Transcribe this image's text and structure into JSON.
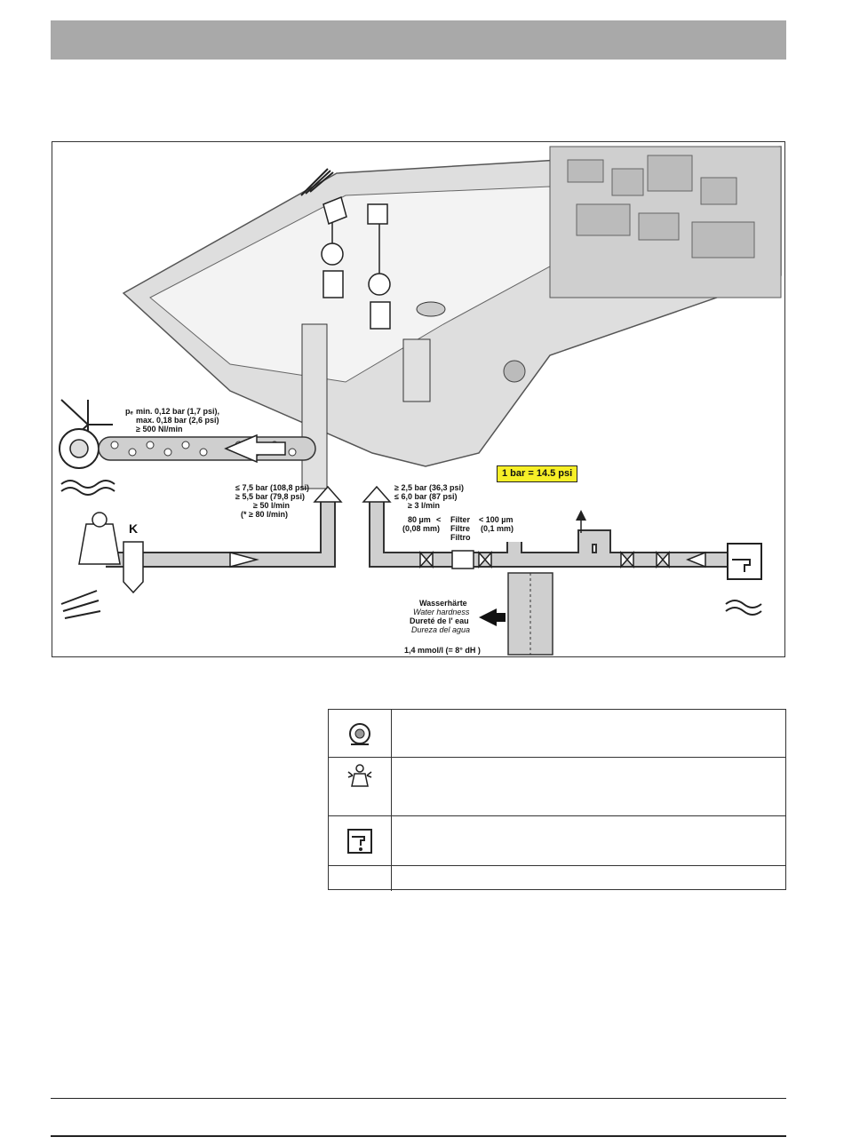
{
  "figure": {
    "supply_air": {
      "pressure_symbol": "pₑ",
      "min": "min. 0,12 bar (1,7 psi),",
      "max": "max. 0,18 bar (2,6 psi)",
      "flow": "≥ 500 Nl/min"
    },
    "fresh_water_left": {
      "max": "≤ 7,5 bar (108,8 psi)",
      "min": "≥ 5,5 bar (79,8 psi)",
      "flow": "≥ 50 l/min",
      "flow_alt": "(* ≥ 80 l/min)"
    },
    "fresh_water_right": {
      "min": "≥ 2,5 bar (36,3 psi)",
      "max": "≤ 6,0 bar (87 psi)",
      "flow": "≥ 3 l/min"
    },
    "filter": {
      "min_size": "80 µm",
      "min_size_mm": "(0,08 mm)",
      "lt": "<",
      "label_de": "Filter",
      "label_fr": "Filtre",
      "label_es": "Filtro",
      "max_size": "< 100 µm",
      "max_size_mm": "(0,1 mm)"
    },
    "hardness": {
      "de": "Wasserhärte",
      "en": "Water hardness",
      "fr": "Dureté  de l' eau",
      "es": "Dureza del agua",
      "value": "1,4 mmol/l  (= 8° dH )"
    },
    "k_label": "K",
    "conversion": "1 bar = 14.5 psi"
  },
  "legend": {
    "rows": [
      {
        "icon": "compressor-icon",
        "text": ""
      },
      {
        "icon": "water-treatment-icon",
        "text": ""
      },
      {
        "icon": "water-tap-icon",
        "text": ""
      },
      {
        "icon": "",
        "text": ""
      }
    ]
  },
  "colors": {
    "header": "#a9a9a9",
    "highlight": "#f7ef27",
    "pipe": "#cfcfcf"
  }
}
